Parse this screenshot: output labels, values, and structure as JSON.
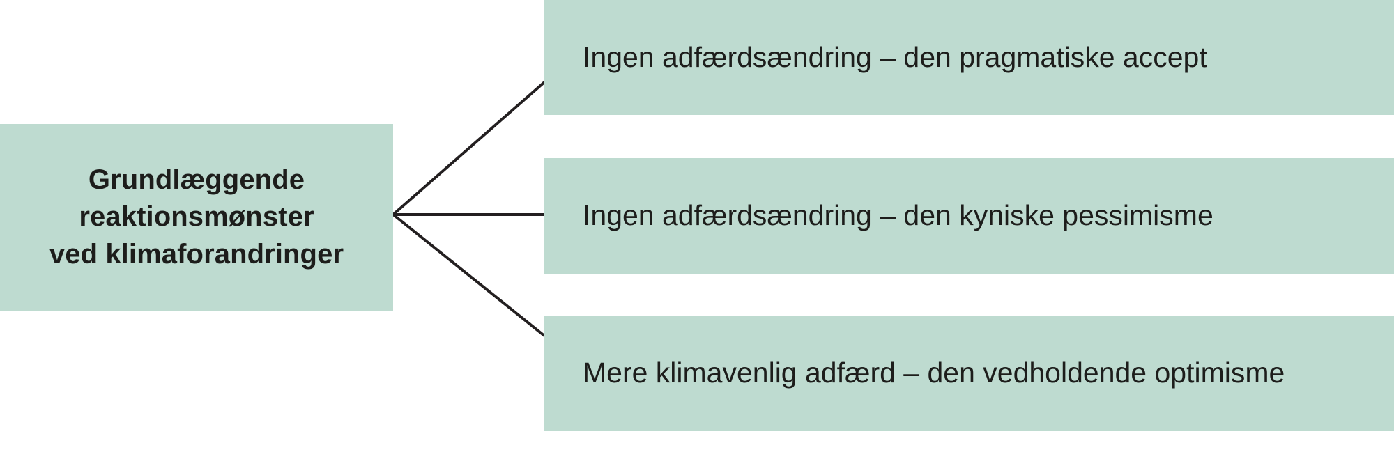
{
  "diagram": {
    "type": "tree",
    "orientation": "left-to-right",
    "language": "da",
    "colors": {
      "node_fill": "#bedbd0",
      "text": "#1d1d1b",
      "connector": "#231f20",
      "background": "#ffffff"
    },
    "root": {
      "id": "root",
      "label": "Grundlæggende reaktionsmønster ved klimaforandringer",
      "lines": [
        "Grundlæggende",
        "reaktionsmønster",
        "ved klimaforandringer"
      ],
      "bold": true
    },
    "branches": [
      {
        "id": "branch-1",
        "label": "Ingen adfærdsændring – den pragmatiske accept",
        "bold": false
      },
      {
        "id": "branch-2",
        "label": "Ingen adfærdsændring – den kyniske pessimisme",
        "bold": false
      },
      {
        "id": "branch-3",
        "label": "Mere klimavenlig adfærd – den vedholdende optimisme",
        "bold": false
      }
    ],
    "connectors": [
      {
        "id": "connector-root-to-branch-1",
        "from": "root",
        "to": "branch-1"
      },
      {
        "id": "connector-root-to-branch-2",
        "from": "root",
        "to": "branch-2"
      },
      {
        "id": "connector-root-to-branch-3",
        "from": "root",
        "to": "branch-3"
      }
    ]
  }
}
